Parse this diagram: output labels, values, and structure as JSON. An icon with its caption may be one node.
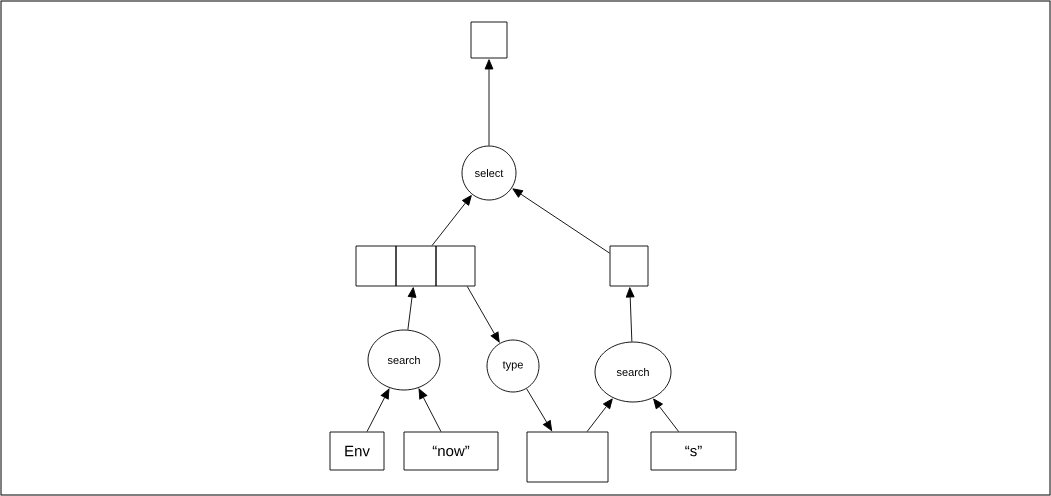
{
  "diagram": {
    "nodes": [
      {
        "text": [],
        "shape": "box"
      },
      {
        "text": [
          "select"
        ]
      },
      {
        "text": [],
        "shape": "box"
      },
      {
        "text": [],
        "shape": "box"
      },
      {
        "text": [],
        "shape": "box"
      },
      {
        "text": [],
        "shape": "box"
      },
      {
        "text": [
          "search"
        ]
      },
      {
        "text": [
          "type"
        ]
      },
      {
        "text": [
          "search"
        ]
      },
      {
        "text": [
          "Env"
        ]
      },
      {
        "text": [
          "“now”"
        ]
      },
      {
        "text": [],
        "shape": "box"
      },
      {
        "text": [
          "“s”"
        ]
      }
    ],
    "edges": [
      {
        "from": 1,
        "to": 0,
        "arrow": "to"
      },
      {
        "from": 3,
        "to": 1,
        "arrow": "to"
      },
      {
        "from": 5,
        "to": 1,
        "arrow": "to"
      },
      {
        "from": 6,
        "to": 3,
        "arrow": "to"
      },
      {
        "from": 4,
        "to": 7,
        "arrow": "to"
      },
      {
        "from": 9,
        "to": 6,
        "arrow": "to"
      },
      {
        "from": 10,
        "to": 6,
        "arrow": "to"
      },
      {
        "from": 8,
        "to": 5,
        "arrow": "to"
      },
      {
        "from": 7,
        "to": 11,
        "arrow": "to"
      },
      {
        "from": 11,
        "to": 8,
        "arrow": "to"
      },
      {
        "from": 12,
        "to": 8,
        "arrow": "to"
      }
    ]
  }
}
